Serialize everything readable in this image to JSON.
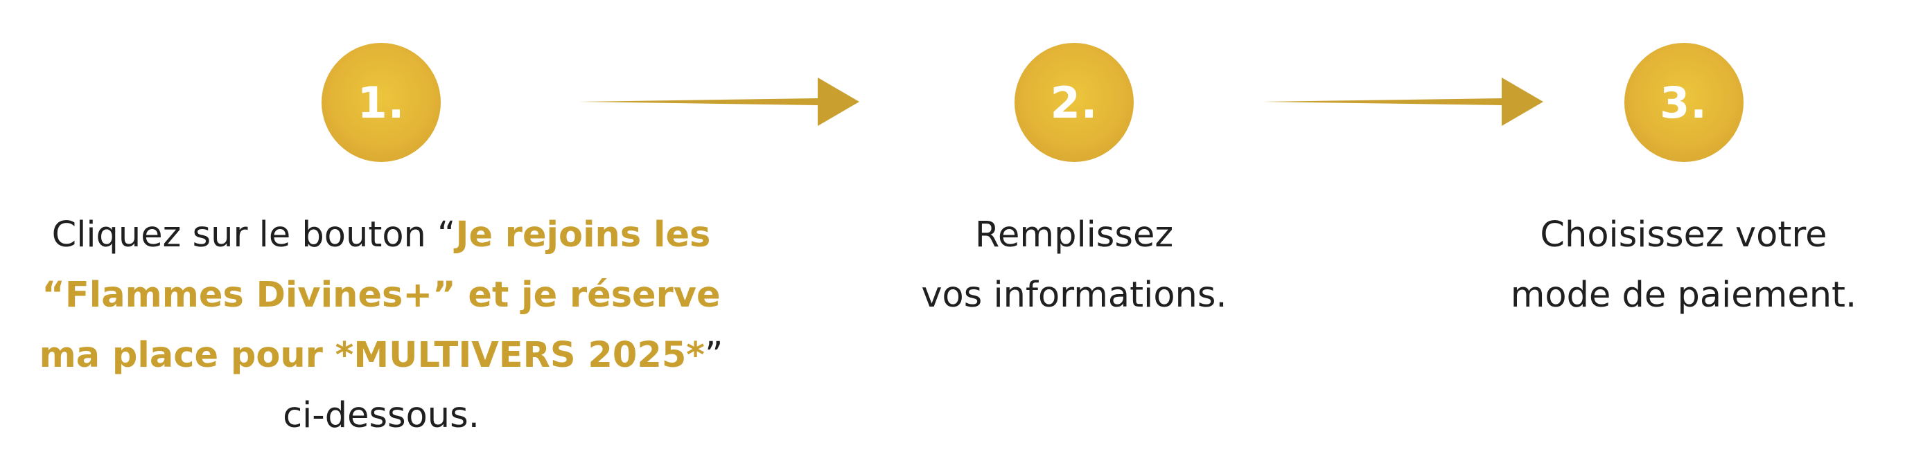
{
  "colors": {
    "gold": "#e3b437",
    "highlight_text": "#c9a030",
    "arrow": "#c9a030",
    "text": "#1f1f1f"
  },
  "steps": [
    {
      "number": "1.",
      "lines": [
        {
          "pre": "Cliquez sur le bouton “",
          "highlight": "Je rejoins les",
          "post": ""
        },
        {
          "pre": "",
          "highlight": "“Flammes Divines+” et je réserve",
          "post": ""
        },
        {
          "pre": "",
          "highlight": "ma place pour *MULTIVERS 2025*",
          "post": "”"
        },
        {
          "pre": "ci-dessous.",
          "highlight": "",
          "post": ""
        }
      ]
    },
    {
      "number": "2.",
      "lines": [
        "Remplissez",
        "vos informations."
      ]
    },
    {
      "number": "3.",
      "lines": [
        "Choisissez votre",
        "mode de paiement."
      ]
    }
  ]
}
